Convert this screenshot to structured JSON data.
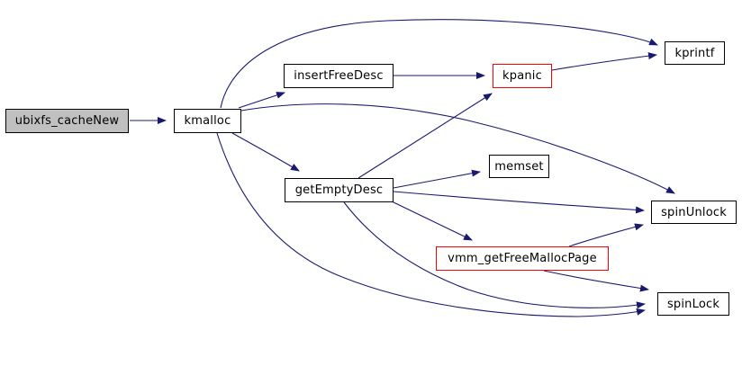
{
  "graph": {
    "type": "call-graph",
    "root_function": "ubixfs_cacheNew",
    "colors": {
      "edge": "#191970",
      "node_border": "#000000",
      "highlight_border": "#ff0000",
      "root_fill": "#c0c0c0",
      "node_fill": "#ffffff",
      "text": "#000000",
      "background": "#ffffff"
    },
    "nodes": [
      {
        "id": "ubixfs_cacheNew",
        "label": "ubixfs_cacheNew",
        "type": "root"
      },
      {
        "id": "kmalloc",
        "label": "kmalloc",
        "type": "normal"
      },
      {
        "id": "insertFreeDesc",
        "label": "insertFreeDesc",
        "type": "normal"
      },
      {
        "id": "kpanic",
        "label": "kpanic",
        "type": "highlight"
      },
      {
        "id": "kprintf",
        "label": "kprintf",
        "type": "normal"
      },
      {
        "id": "getEmptyDesc",
        "label": "getEmptyDesc",
        "type": "normal"
      },
      {
        "id": "memset",
        "label": "memset",
        "type": "normal"
      },
      {
        "id": "spinUnlock",
        "label": "spinUnlock",
        "type": "normal"
      },
      {
        "id": "vmm_getFreeMallocPage",
        "label": "vmm_getFreeMallocPage",
        "type": "highlight"
      },
      {
        "id": "spinLock",
        "label": "spinLock",
        "type": "normal"
      }
    ],
    "edges": [
      {
        "from": "ubixfs_cacheNew",
        "to": "kmalloc"
      },
      {
        "from": "kmalloc",
        "to": "insertFreeDesc"
      },
      {
        "from": "kmalloc",
        "to": "kprintf"
      },
      {
        "from": "kmalloc",
        "to": "getEmptyDesc"
      },
      {
        "from": "kmalloc",
        "to": "spinUnlock"
      },
      {
        "from": "kmalloc",
        "to": "spinLock"
      },
      {
        "from": "insertFreeDesc",
        "to": "kpanic"
      },
      {
        "from": "kpanic",
        "to": "kprintf"
      },
      {
        "from": "getEmptyDesc",
        "to": "kpanic"
      },
      {
        "from": "getEmptyDesc",
        "to": "memset"
      },
      {
        "from": "getEmptyDesc",
        "to": "spinUnlock"
      },
      {
        "from": "getEmptyDesc",
        "to": "vmm_getFreeMallocPage"
      },
      {
        "from": "getEmptyDesc",
        "to": "spinLock"
      },
      {
        "from": "vmm_getFreeMallocPage",
        "to": "spinUnlock"
      },
      {
        "from": "vmm_getFreeMallocPage",
        "to": "spinLock"
      }
    ]
  }
}
